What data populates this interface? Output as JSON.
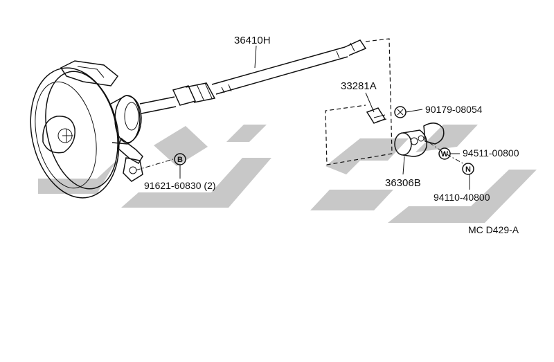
{
  "diagram": {
    "parts": {
      "drive_cable": "36410H",
      "stop_pin": "33281A",
      "nut_clip": "90179-08054",
      "collar": "36306B",
      "washer": "94511-00800",
      "nut": "94110-40800",
      "bolt": "91621-60830 (2)"
    },
    "markers": {
      "bolt": "B",
      "washer": "W",
      "nut": "N"
    },
    "figure_code": "MC D429-A"
  },
  "colors": {
    "line": "#111111",
    "watermark": "#9a9a9a"
  }
}
